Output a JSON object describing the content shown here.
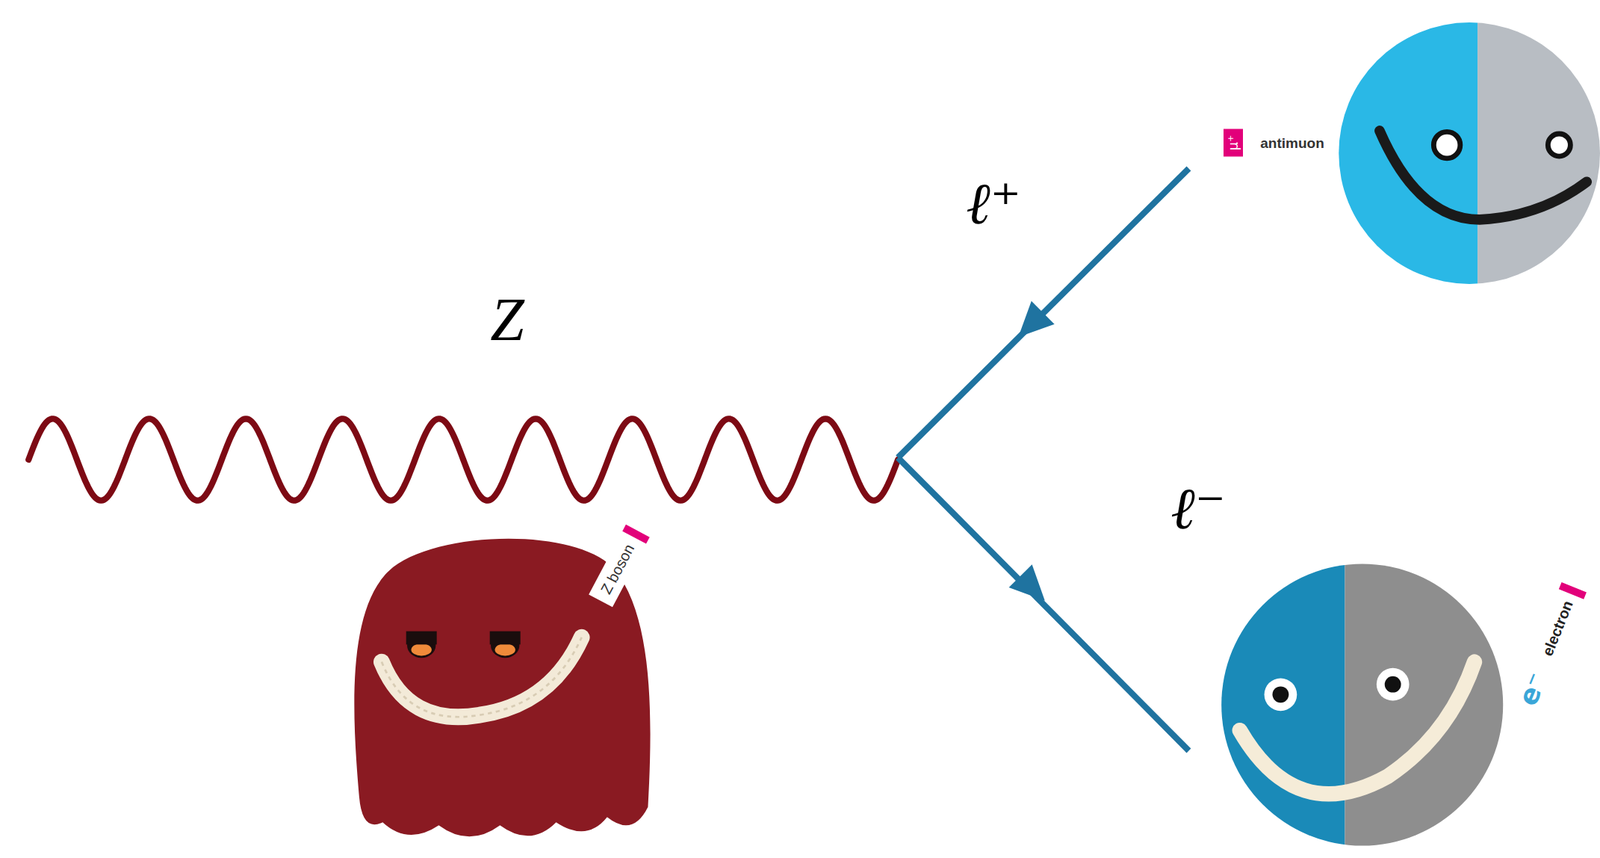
{
  "diagram": {
    "labels": [
      "Z",
      "ℓ⁺",
      "ℓ⁻",
      "μ⁺",
      "antimuon",
      "Z boson",
      "e⁻",
      "electron"
    ]
  }
}
